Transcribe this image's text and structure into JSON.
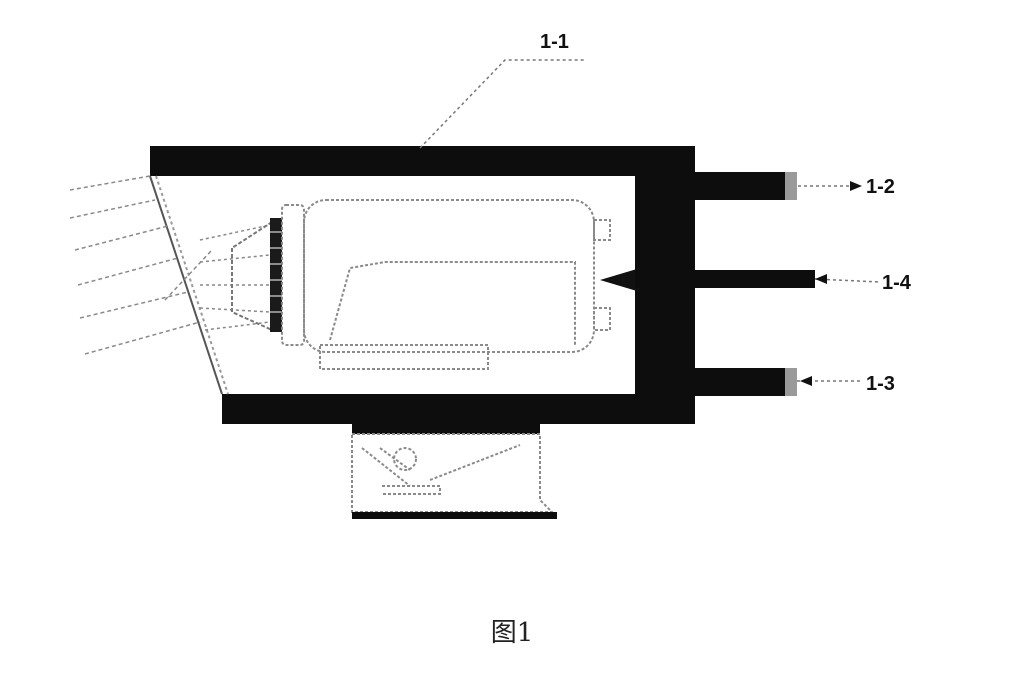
{
  "labels": {
    "housing": "1-1",
    "port_top": "1-2",
    "port_mid": "1-4",
    "port_bottom": "1-3"
  },
  "caption": "图1"
}
